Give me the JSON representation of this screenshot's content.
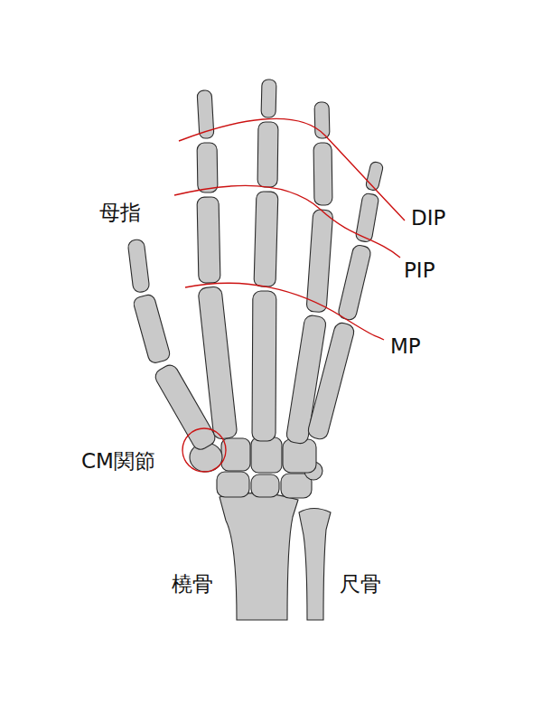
{
  "diagram": {
    "labels": [
      "母指",
      "DIP",
      "PIP",
      "MP",
      "CM関節",
      "橈骨",
      "尺骨"
    ]
  }
}
